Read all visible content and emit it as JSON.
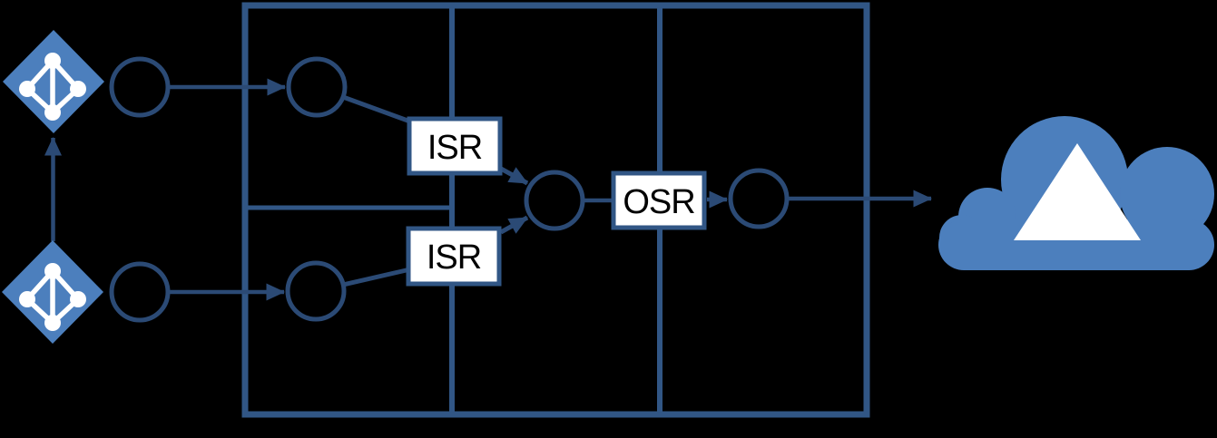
{
  "colors": {
    "background": "#000000",
    "shape_fill": "#4C7FBD",
    "line_stroke": "#2B4A75",
    "frame_stroke": "#315685",
    "box_fill": "#FFFFFF",
    "box_text": "#000000",
    "icon_glyph": "#FFFFFF"
  },
  "diagram": {
    "labels": {
      "isr_top": "ISR",
      "isr_bottom": "ISR",
      "osr": "OSR"
    },
    "icons": {
      "source_top": "active-directory-icon",
      "source_bottom": "active-directory-icon",
      "target": "cloud-icon"
    }
  }
}
